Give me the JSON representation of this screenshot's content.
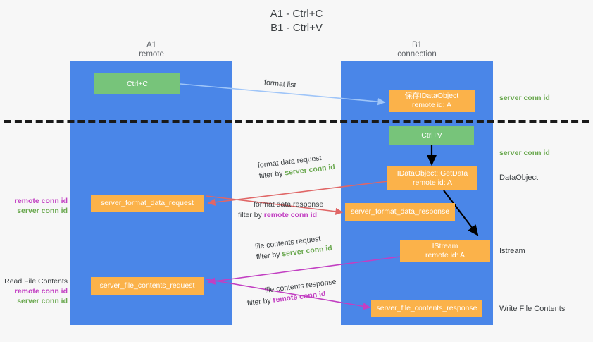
{
  "title": {
    "line1": "A1 - Ctrl+C",
    "line2": "B1 - Ctrl+V"
  },
  "lanes": [
    {
      "id": "a1",
      "title": "A1",
      "subtitle": "remote",
      "color": "#4a86e8"
    },
    {
      "id": "b1",
      "title": "B1",
      "subtitle": "connection",
      "color": "#4a86e8"
    }
  ],
  "nodes": {
    "ctrl_c": {
      "line1": "Ctrl+C",
      "color": "#77c47a"
    },
    "save_idataobject": {
      "line1": "保存IDataObject",
      "line2": "remote id: A",
      "color": "#fbb24a"
    },
    "ctrl_v": {
      "line1": "Ctrl+V",
      "color": "#77c47a"
    },
    "getdata": {
      "line1": "IDataObject::GetData",
      "line2": "remote id: A",
      "color": "#fbb24a"
    },
    "istream": {
      "line1": "IStream",
      "line2": "remote id: A",
      "color": "#fbb24a"
    },
    "server_format_data_request": {
      "line1": "server_format_data_request",
      "color": "#fbb24a"
    },
    "server_format_data_response": {
      "line1": "server_format_data_response",
      "color": "#fbb24a"
    },
    "server_file_contents_request": {
      "line1": "server_file_contents_request",
      "color": "#fbb24a"
    },
    "server_file_contents_response": {
      "line1": "server_file_contents_response",
      "color": "#fbb24a"
    }
  },
  "messages": {
    "format_list": {
      "text": "format list"
    },
    "format_data_request": {
      "line1": "format data request",
      "line2_prefix": "filter by ",
      "line2_em": "server conn id",
      "em_color": "#6aa84f"
    },
    "format_data_response": {
      "line1": "format data response",
      "line2_prefix": "filter by ",
      "line2_em": "remote conn id",
      "em_color": "#c23fc2"
    },
    "file_contents_request": {
      "line1": "file contents request",
      "line2_prefix": "filter by ",
      "line2_em": "server conn id",
      "em_color": "#6aa84f"
    },
    "file_contents_response": {
      "line1": "file contents response",
      "line2_prefix": "filter by ",
      "line2_em": "remote conn id",
      "em_color": "#c23fc2"
    }
  },
  "right_notes": {
    "server_conn_id_top": "server conn id",
    "server_conn_id_mid": "server conn id",
    "dataobject": "DataObject",
    "istream": "Istream",
    "write_file_contents": "Write File Contents"
  },
  "left_notes": {
    "format_remote": "remote conn id",
    "format_server": "server conn id",
    "read_file_contents": "Read File Contents",
    "file_remote": "remote conn id",
    "file_server": "server conn id"
  },
  "colors": {
    "lane": "#4a86e8",
    "green_box": "#77c47a",
    "orange_box": "#fbb24a",
    "green_text": "#6aa84f",
    "purple_text": "#c23fc2",
    "arrow_blue": "#9fc5f8",
    "arrow_red": "#e06666",
    "arrow_magenta": "#c23fc2",
    "arrow_black": "#000000",
    "background": "#f7f7f7"
  }
}
